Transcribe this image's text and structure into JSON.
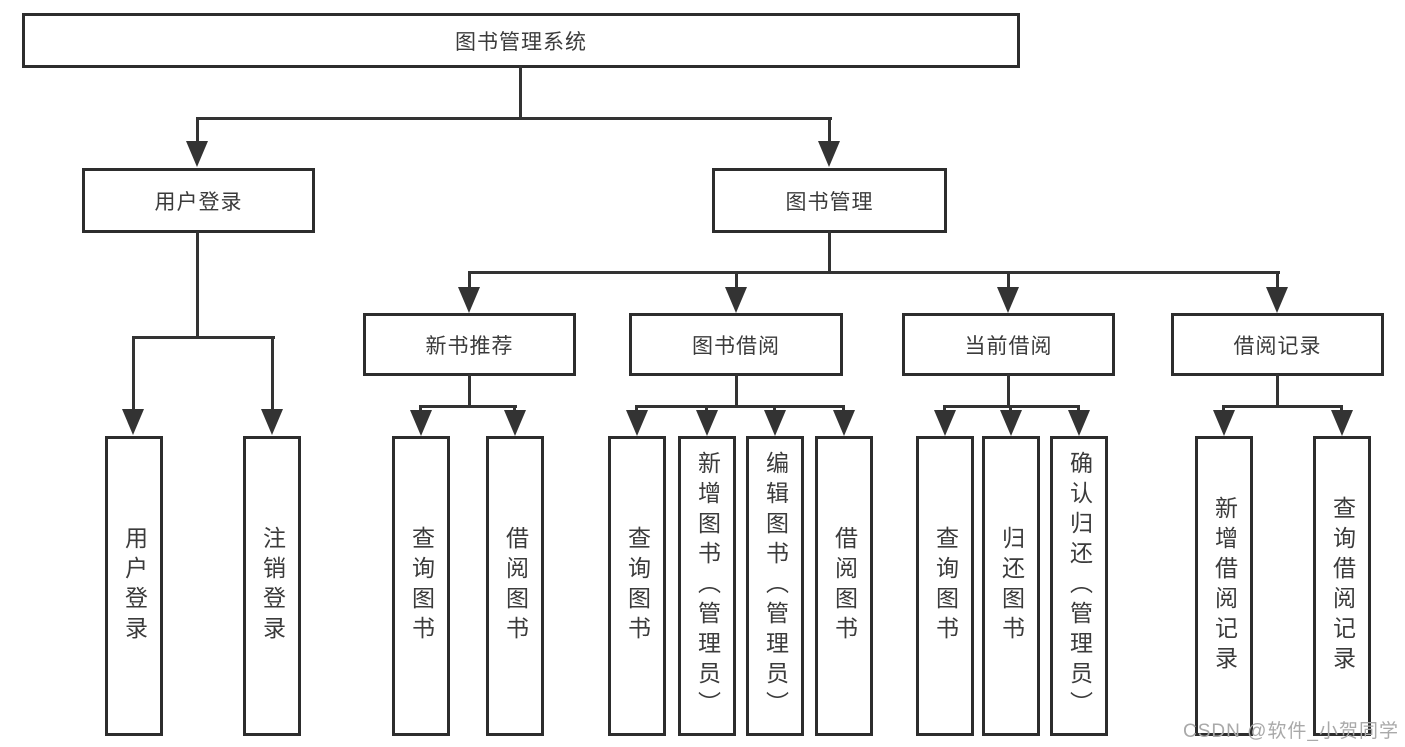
{
  "tree": {
    "root": {
      "label": "图书管理系统"
    },
    "user_login": {
      "label": "用户登录",
      "children": [
        {
          "label": "用户登录"
        },
        {
          "label": "注销登录"
        }
      ]
    },
    "book_mgmt": {
      "label": "图书管理",
      "sections": [
        {
          "label": "新书推荐",
          "children": [
            {
              "label": "查询图书"
            },
            {
              "label": "借阅图书"
            }
          ]
        },
        {
          "label": "图书借阅",
          "children": [
            {
              "label": "查询图书"
            },
            {
              "label": "新增图书（管理员）"
            },
            {
              "label": "编辑图书（管理员）"
            },
            {
              "label": "借阅图书"
            }
          ]
        },
        {
          "label": "当前借阅",
          "children": [
            {
              "label": "查询图书"
            },
            {
              "label": "归还图书"
            },
            {
              "label": "确认归还（管理员）"
            }
          ]
        },
        {
          "label": "借阅记录",
          "children": [
            {
              "label": "新增借阅记录"
            },
            {
              "label": "查询借阅记录"
            }
          ]
        }
      ]
    }
  },
  "watermark": {
    "text": "CSDN @软件_小贺同学"
  },
  "colors": {
    "line": "#333333",
    "border": "#2d2d2d",
    "text": "#3b3b3b",
    "watermark": "#a9a9a9",
    "background": "#ffffff"
  }
}
